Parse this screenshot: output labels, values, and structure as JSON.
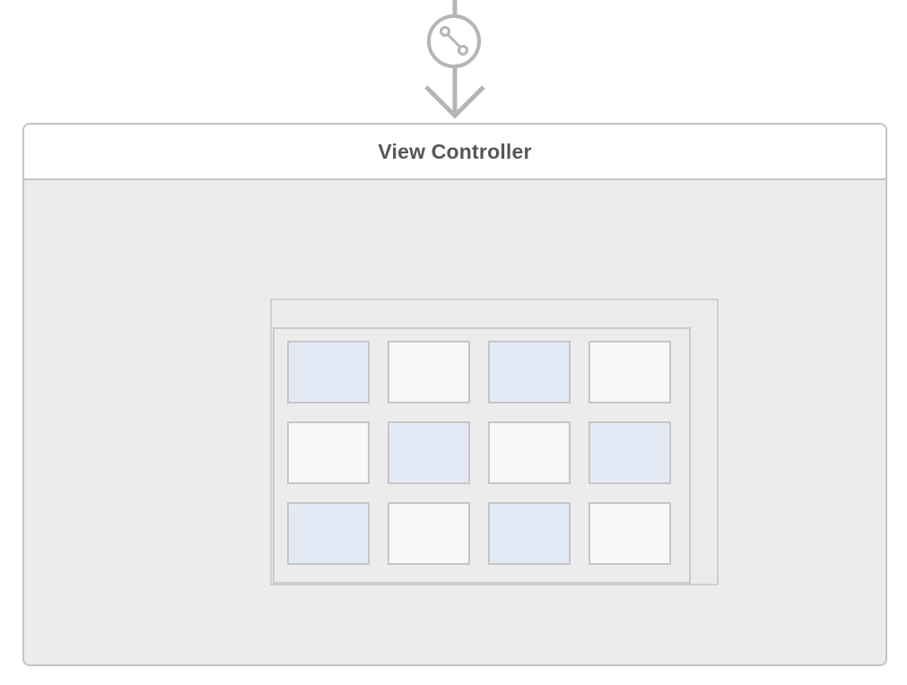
{
  "scene": {
    "title": "View Controller"
  },
  "segue": {
    "icon": "segue-icon",
    "arrow": "entry-point-arrow"
  },
  "collection_view": {
    "rows": 3,
    "columns": 4,
    "cells": [
      [
        "blue",
        "white",
        "blue",
        "white"
      ],
      [
        "white",
        "blue",
        "white",
        "blue"
      ],
      [
        "blue",
        "white",
        "blue",
        "white"
      ]
    ]
  },
  "colors": {
    "blue_cell": "#e4eaf5",
    "white_cell": "#f8f8f8",
    "scene_background": "#ececec",
    "stroke": "#b5b5b5"
  }
}
